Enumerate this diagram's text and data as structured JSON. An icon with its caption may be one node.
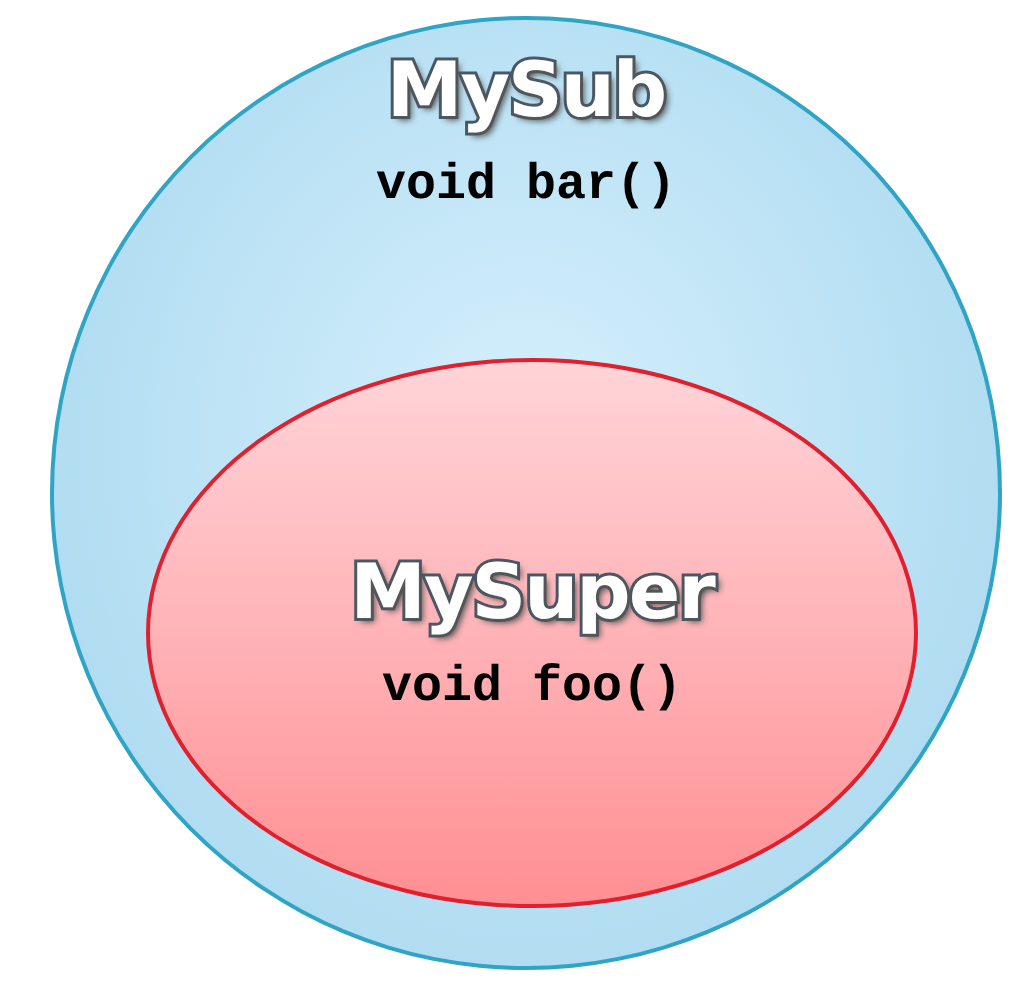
{
  "diagram": {
    "nodes": [
      {
        "text": [
          "MySub",
          "void bar()"
        ]
      },
      {
        "text": [
          "MySuper",
          "void foo()"
        ],
        "in": 0
      }
    ]
  }
}
